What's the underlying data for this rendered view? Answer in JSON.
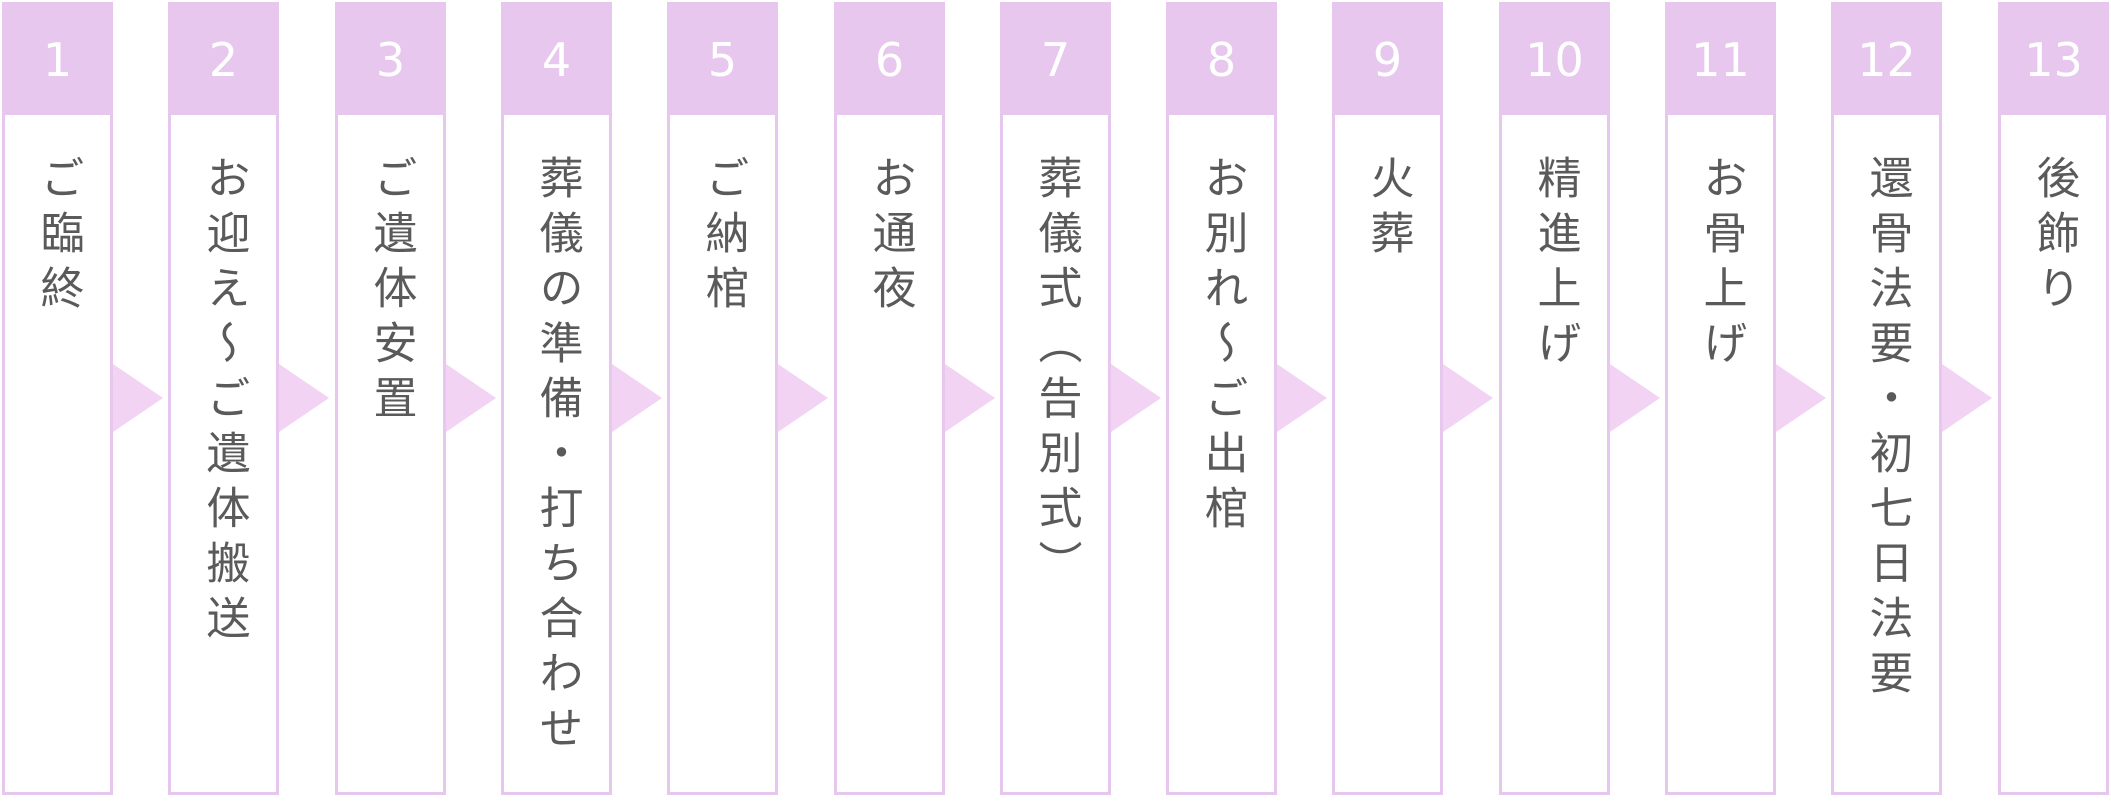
{
  "colors": {
    "accent": "#e8c7ee",
    "arrow": "#f2d3f4",
    "text": "#5a5a5a",
    "number_text": "#ffffff"
  },
  "steps": [
    {
      "number": "1",
      "label": "ご臨終"
    },
    {
      "number": "2",
      "label": "お迎え〜ご遺体搬送"
    },
    {
      "number": "3",
      "label": "ご遺体安置"
    },
    {
      "number": "4",
      "label": "葬儀の準備・打ち合わせ"
    },
    {
      "number": "5",
      "label": "ご納棺"
    },
    {
      "number": "6",
      "label": "お通夜"
    },
    {
      "number": "7",
      "label": "葬儀式（告別式）"
    },
    {
      "number": "8",
      "label": "お別れ〜ご出棺"
    },
    {
      "number": "9",
      "label": "火葬"
    },
    {
      "number": "10",
      "label": "精進上げ"
    },
    {
      "number": "11",
      "label": "お骨上げ"
    },
    {
      "number": "12",
      "label": "還骨法要・初七日法要"
    },
    {
      "number": "13",
      "label": "後飾り"
    }
  ]
}
